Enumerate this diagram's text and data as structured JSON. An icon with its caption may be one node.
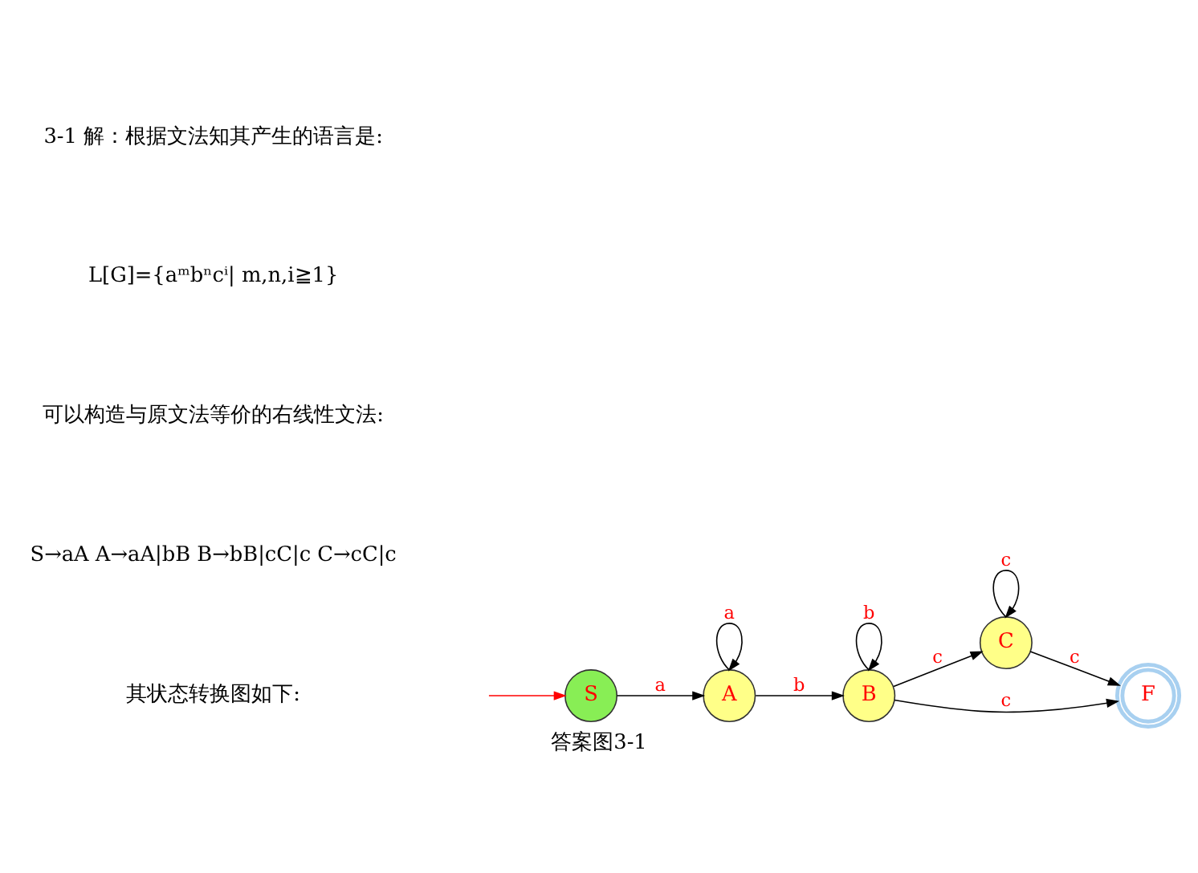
{
  "diagram": {
    "caption": "答案图3-1",
    "nodes": [
      {
        "text": [
          "S"
        ]
      },
      {
        "text": [
          "A"
        ]
      },
      {
        "text": [
          "B"
        ]
      },
      {
        "text": [
          "C"
        ]
      },
      {
        "text": [
          "F"
        ]
      }
    ],
    "edges": [
      {
        "from": null,
        "to": 0,
        "arrow": "to",
        "color": "#ff0000"
      },
      {
        "from": 0,
        "to": 1,
        "arrow": "to",
        "label": "a"
      },
      {
        "from": 1,
        "to": 1,
        "arrow": "to",
        "label": "a"
      },
      {
        "from": 1,
        "to": 2,
        "arrow": "to",
        "label": "b"
      },
      {
        "from": 2,
        "to": 2,
        "arrow": "to",
        "label": "b"
      },
      {
        "from": 2,
        "to": 3,
        "arrow": "to",
        "label": "c"
      },
      {
        "from": 3,
        "to": 3,
        "arrow": "to",
        "label": "c"
      },
      {
        "from": 3,
        "to": 4,
        "arrow": "to",
        "label": "c"
      },
      {
        "from": 2,
        "to": 4,
        "arrow": "to",
        "label": "c"
      }
    ],
    "labels": [
      "3-1 解：根据文法知其产生的语言是:",
      "L[G]={aᵐbⁿcⁱ| m,n,i≧1}",
      "可以构造与原文法等价的右线性文法:",
      "S→aA A→aA|bB B→bB|cC|c C→cC|c",
      "其状态转换图如下:"
    ]
  }
}
